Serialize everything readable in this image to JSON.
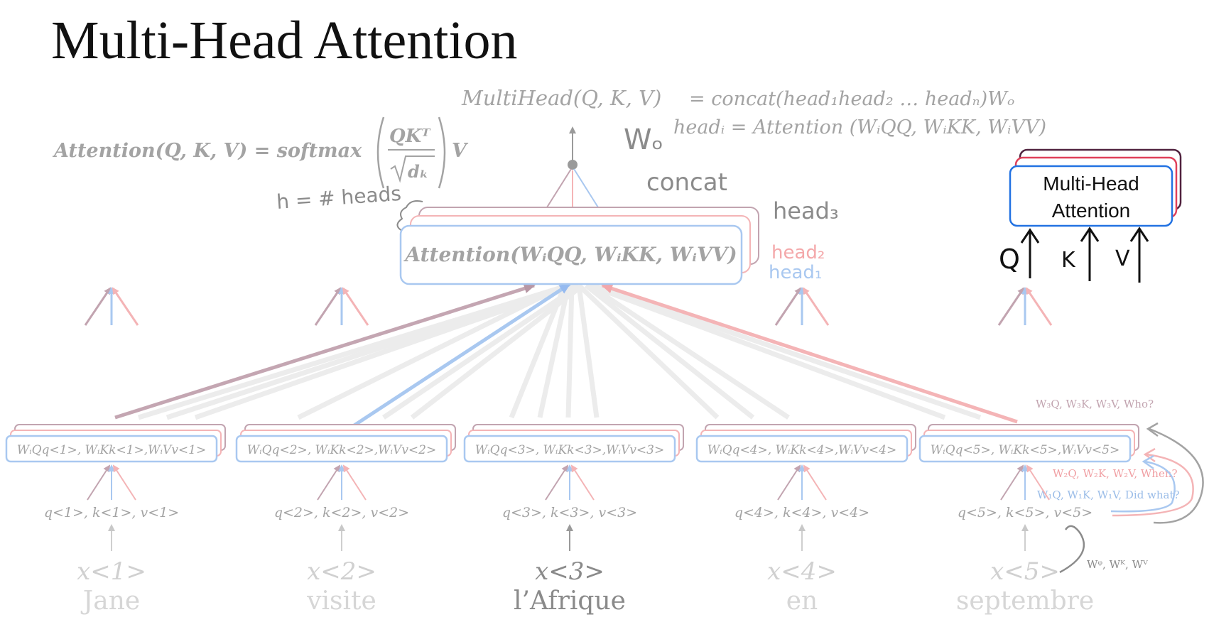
{
  "title": "Multi-Head Attention",
  "colors": {
    "purple": "#c2a4b0",
    "pink": "#f4b4b6",
    "blue": "#a9c8f0",
    "blue_dark": "#5d97ea",
    "faint": "#e8e8e8",
    "text_gray": "#a3a3a3",
    "hand_gray": "#8b8b8b",
    "box_blue": "#2272e2",
    "box_red": "#e0405a",
    "box_dark": "#50223e"
  },
  "formulas": {
    "multihead_lhs": "MultiHead(Q, K, V)",
    "multihead_rhs": "= concat(head₁head₂ … headₙ)Wₒ",
    "head_i": "headᵢ = Attention (WᵢQQ, WᵢKK, WᵢVV)",
    "attention_lhs": "Attention(Q, K, V) = softmax",
    "attention_num": "QKᵀ",
    "attention_den": "dₖ",
    "attention_v": "V",
    "center_box": "Attention(WᵢQQ, WᵢKK, WᵢVV)"
  },
  "annotations": {
    "wo": "Wₒ",
    "concat": "concat",
    "h_heads": "h = # heads",
    "head3": "head₃",
    "head2": "head₂",
    "head1": "head₁"
  },
  "side_notes": {
    "who": "W₃Q, W₃K, W₃V, Who?",
    "when": "W₂Q, W₂K, W₂V, When?",
    "didwhat": "W₁Q, W₁K, W₁V, Did what?",
    "wqkv": "Wᵠ, Wᴷ, Wⱽ"
  },
  "block": {
    "label_line1": "Multi-Head",
    "label_line2": "Attention",
    "q": "Q",
    "k": "K",
    "v": "V"
  },
  "tokens": [
    {
      "x": "x<1>",
      "word": "Jane",
      "box": "WᵢQq<1>, WᵢKk<1>,WᵢVv<1>",
      "qkv": "q<1>, k<1>, v<1>"
    },
    {
      "x": "x<2>",
      "word": "visite",
      "box": "WᵢQq<2>, WᵢKk<2>,WᵢVv<2>",
      "qkv": "q<2>, k<2>, v<2>"
    },
    {
      "x": "x<3>",
      "word": "l’Afrique",
      "box": "WᵢQq<3>, WᵢKk<3>,WᵢVv<3>",
      "qkv": "q<3>, k<3>, v<3>"
    },
    {
      "x": "x<4>",
      "word": "en",
      "box": "WᵢQq<4>, WᵢKk<4>,WᵢVv<4>",
      "qkv": "q<4>, k<4>, v<4>"
    },
    {
      "x": "x<5>",
      "word": "septembre",
      "box": "WᵢQq<5>, WᵢKk<5>,WᵢVv<5>",
      "qkv": "q<5>, k<5>, v<5>"
    }
  ]
}
